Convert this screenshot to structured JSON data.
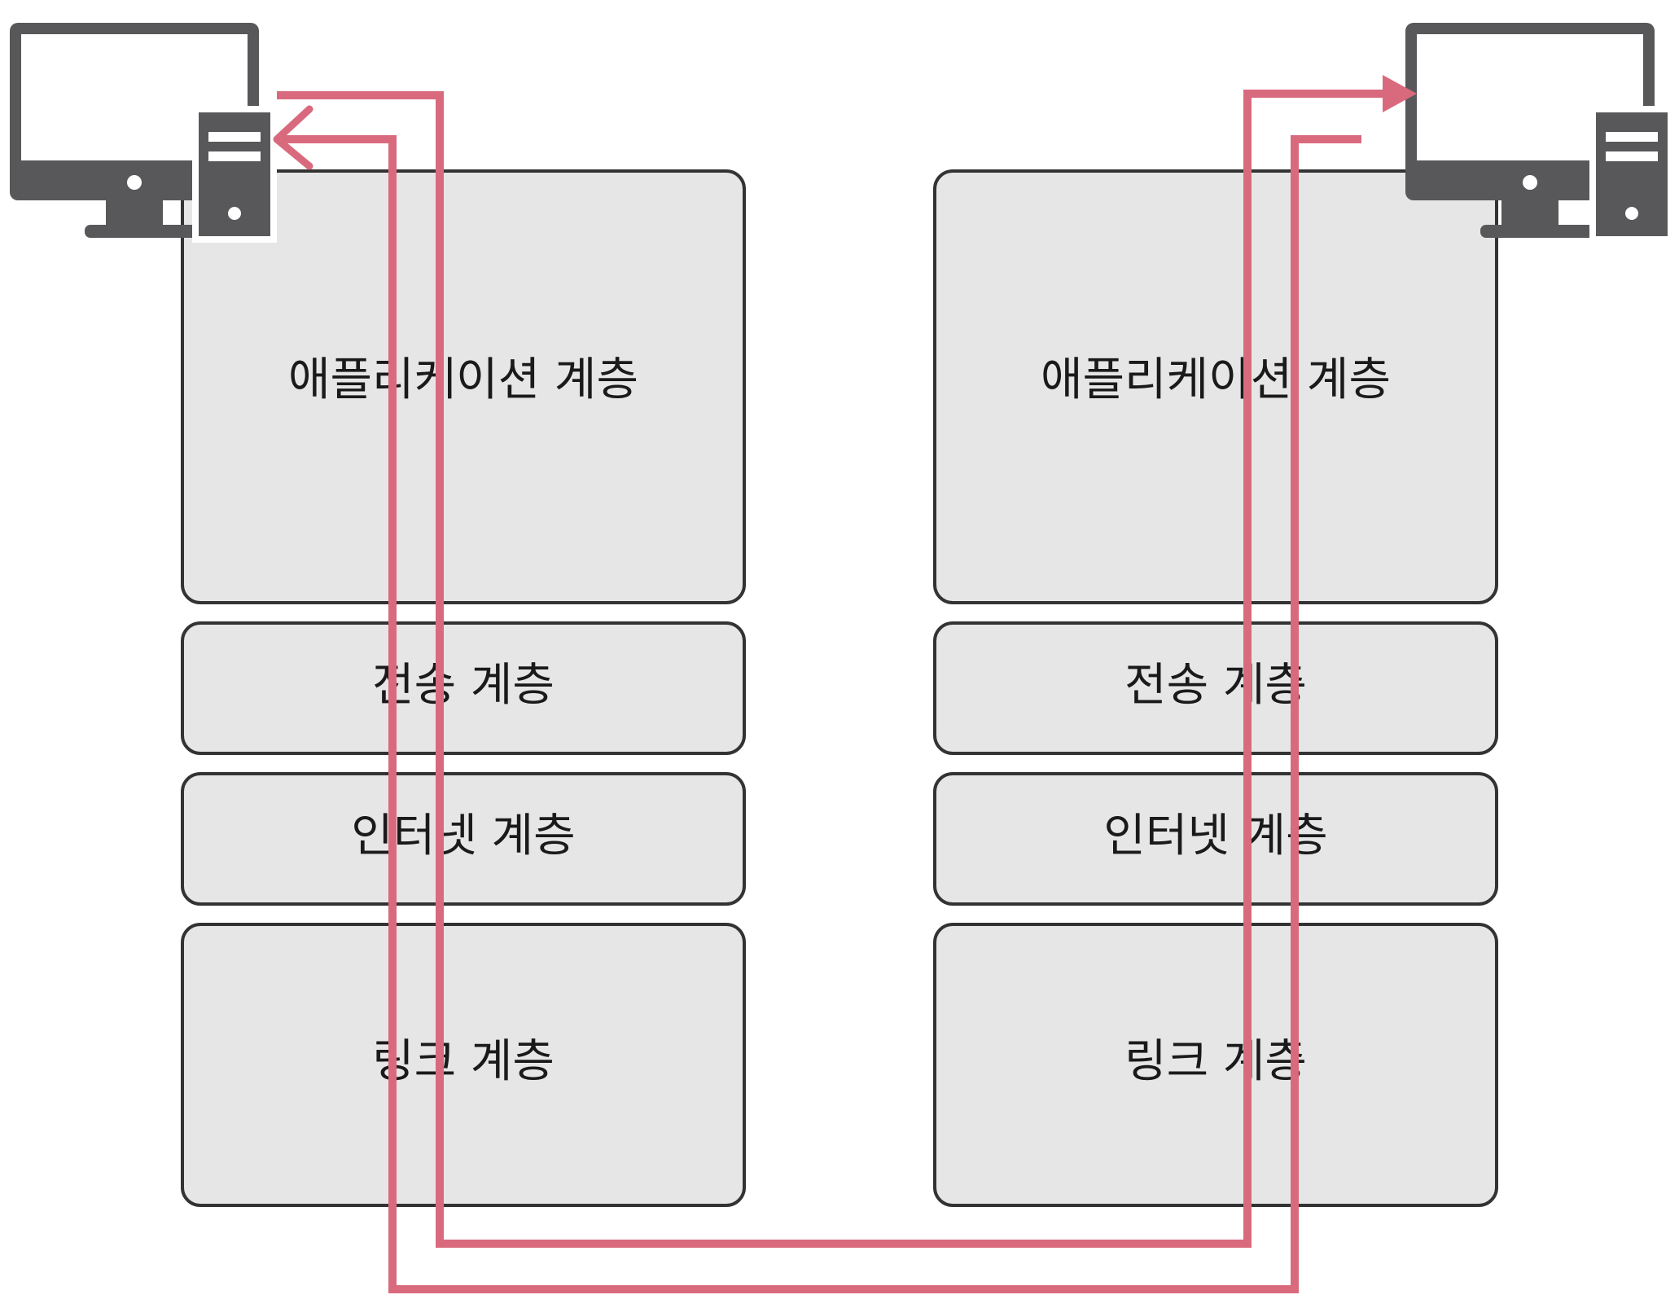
{
  "colors": {
    "box_fill": "#e6e6e6",
    "box_stroke": "#333333",
    "flow": "#d96a7e",
    "computer": "#58585a"
  },
  "icons": {
    "left_host": "desktop-computer-icon",
    "right_host": "desktop-computer-icon"
  },
  "stacks": {
    "left": {
      "layers": [
        {
          "label": "애플리케이션 계층"
        },
        {
          "label": "전송 계층"
        },
        {
          "label": "인터넷 계층"
        },
        {
          "label": "링크 계층"
        }
      ]
    },
    "right": {
      "layers": [
        {
          "label": "애플리케이션 계층"
        },
        {
          "label": "전송 계층"
        },
        {
          "label": "인터넷 계층"
        },
        {
          "label": "링크 계층"
        }
      ]
    }
  }
}
